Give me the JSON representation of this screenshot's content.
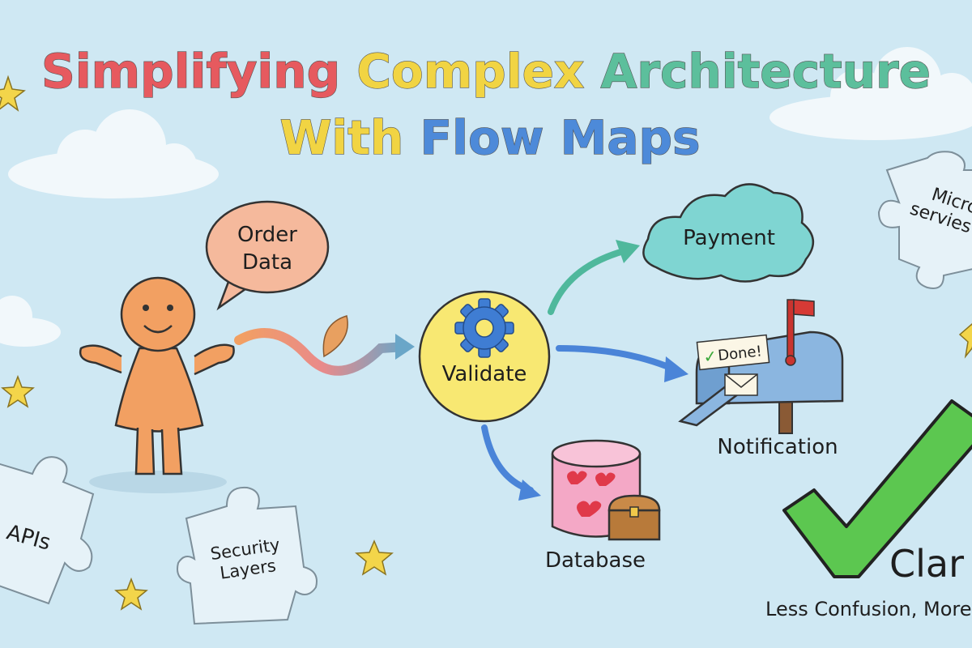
{
  "title": {
    "line1": [
      {
        "text": "Simplifying",
        "color": "#e65a5f"
      },
      {
        "text": "Complex",
        "color": "#f1d443"
      },
      {
        "text": "Architecture",
        "color": "#5cbf9c"
      }
    ],
    "line2": [
      {
        "text": "With",
        "color": "#f1d443"
      },
      {
        "text": "Flow Maps",
        "color": "#4d8ad9"
      }
    ]
  },
  "speech_bubble": {
    "line1": "Order",
    "line2": "Data"
  },
  "validate": {
    "label": "Validate",
    "icon": "gear-icon"
  },
  "payment": {
    "label": "Payment"
  },
  "notification": {
    "label": "Notification",
    "note": "Done!",
    "note_check": "✓"
  },
  "database": {
    "label": "Database"
  },
  "puzzles": {
    "apis": "APIs",
    "security_line1": "Security",
    "security_line2": "Layers",
    "micro_line1": "Micro",
    "micro_line2": "servies"
  },
  "clarity": {
    "headline": "Clar",
    "tagline": "Less Confusion, More"
  },
  "colors": {
    "background": "#cfe8f3",
    "person": "#f2a062",
    "bubble": "#f5b99c",
    "validate": "#f8e872",
    "payment_cloud": "#7fd5d2",
    "mailbox": "#8bb6e0",
    "database": "#f4a8c6",
    "check": "#5cc750",
    "arrow_teal": "#4fb89c",
    "arrow_blue": "#4a84d8"
  }
}
